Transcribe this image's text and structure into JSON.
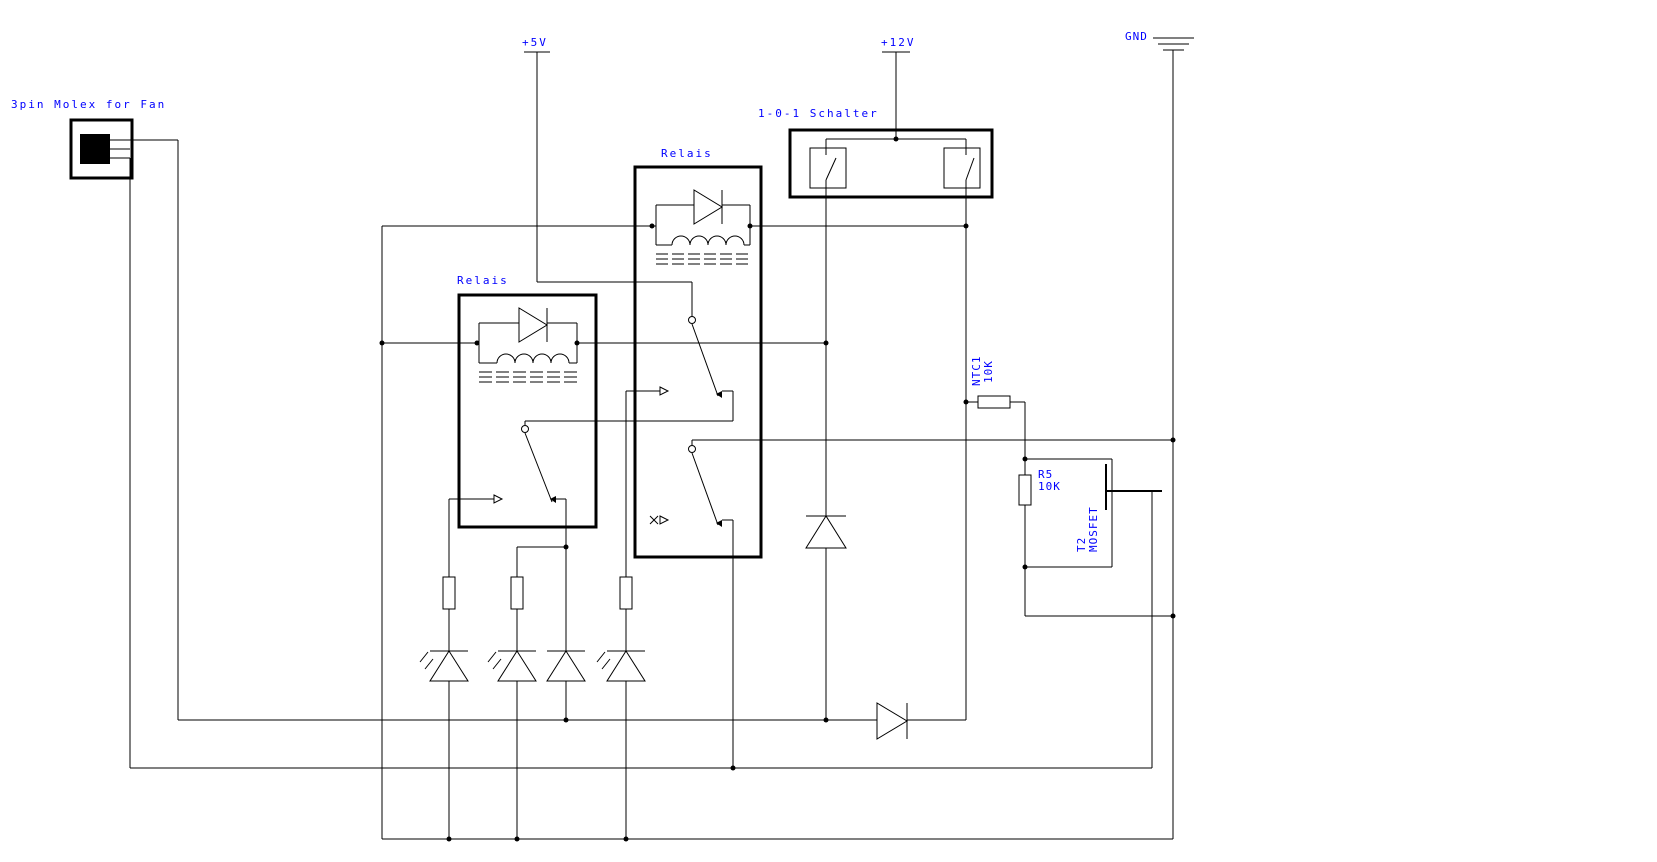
{
  "labels": {
    "v5": "+5V",
    "v12": "+12V",
    "gnd": "GND",
    "molex": "3pin Molex for Fan",
    "switch": "1-0-1 Schalter",
    "relay_right": "Relais",
    "relay_left": "Relais",
    "ntc_name": "NTC1",
    "ntc_value": "10K",
    "r5_name": "R5",
    "r5_value": "10K",
    "t2_name": "T2",
    "t2_type": "MOSFET"
  },
  "colors": {
    "label": "#0000ff",
    "wire": "#000000",
    "background": "#ffffff"
  }
}
